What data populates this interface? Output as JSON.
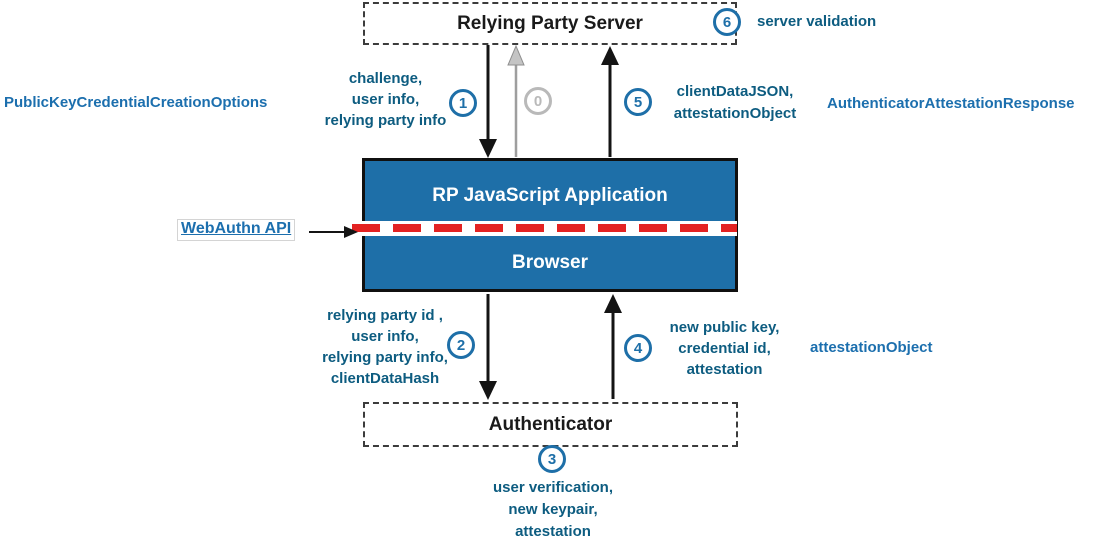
{
  "colors": {
    "accent_blue": "#1e6fa8",
    "label_teal": "#0d5c80",
    "api_blue": "#1c6fae",
    "red_dash": "#e32222",
    "arrow_black": "#141414",
    "arrow_gray": "#9e9e9e"
  },
  "boxes": {
    "server": {
      "title": "Relying Party Server"
    },
    "client": {
      "app_title": "RP JavaScript Application",
      "browser_title": "Browser"
    },
    "authenticator": {
      "title": "Authenticator"
    }
  },
  "webauthn_api": {
    "label": "WebAuthn API"
  },
  "steps": {
    "s0": {
      "number": "0"
    },
    "s1": {
      "number": "1",
      "label": "challenge,\nuser info,\nrelying party info"
    },
    "s2": {
      "number": "2",
      "label": "relying party id ,\nuser info,\nrelying party info,\nclientDataHash"
    },
    "s3": {
      "number": "3",
      "label": "user verification,\nnew keypair,\nattestation"
    },
    "s4": {
      "number": "4",
      "label": "new public key,\ncredential id,\nattestation"
    },
    "s5": {
      "number": "5",
      "label": "clientDataJSON,\nattestationObject"
    },
    "s6": {
      "number": "6",
      "label": "server validation"
    }
  },
  "api_labels": {
    "creation_options": "PublicKeyCredentialCreationOptions",
    "attestation_response": "AuthenticatorAttestationResponse",
    "attestation_object": "attestationObject"
  }
}
